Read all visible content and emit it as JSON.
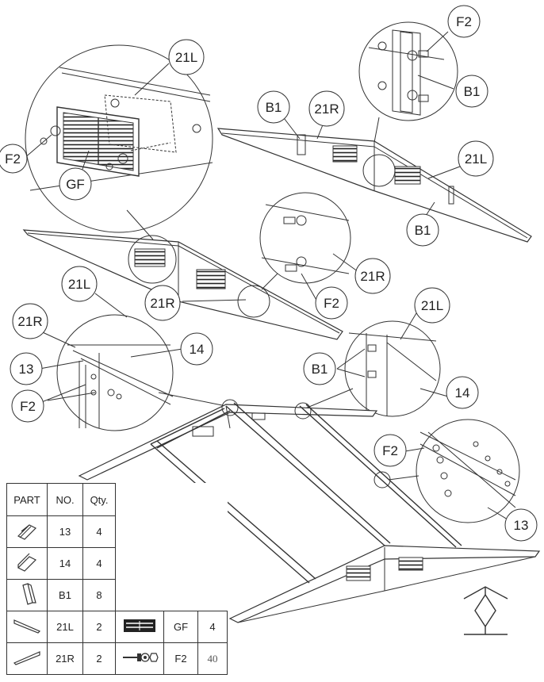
{
  "callouts": {
    "top_left_21L": "21L",
    "top_left_F2": "F2",
    "top_left_GF": "GF",
    "top_right_F2": "F2",
    "top_right_B1": "B1",
    "right_panel_B1_left": "B1",
    "right_panel_21R": "21R",
    "right_panel_21L": "21L",
    "right_panel_B1_bottom": "B1",
    "mid_right_21R": "21R",
    "mid_right_F2": "F2",
    "mid_21L": "21L",
    "mid_21R": "21R",
    "lower_left_21R": "21R",
    "lower_left_13": "13",
    "lower_left_14": "14",
    "lower_left_F2": "F2",
    "lower_right_21L": "21L",
    "lower_right_B1": "B1",
    "lower_right_14": "14",
    "lower_right_F2": "F2",
    "lower_right_13": "13"
  },
  "parts_table": {
    "headers": {
      "part": "PART",
      "no": "NO.",
      "qty": "Qty."
    },
    "rows": [
      {
        "no": "13",
        "qty": "4",
        "icon": "channel-13-icon"
      },
      {
        "no": "14",
        "qty": "4",
        "icon": "channel-14-icon"
      },
      {
        "no": "B1",
        "qty": "8",
        "icon": "bracket-b1-icon"
      },
      {
        "no": "21L",
        "qty": "2",
        "icon": "gable-21l-icon",
        "extra": {
          "no": "GF",
          "qty": "4",
          "icon": "gable-vent-icon"
        }
      },
      {
        "no": "21R",
        "qty": "2",
        "icon": "gable-21r-icon",
        "extra": {
          "no": "F2",
          "qty": "40",
          "icon": "screw-washer-nut-icon"
        }
      }
    ]
  }
}
